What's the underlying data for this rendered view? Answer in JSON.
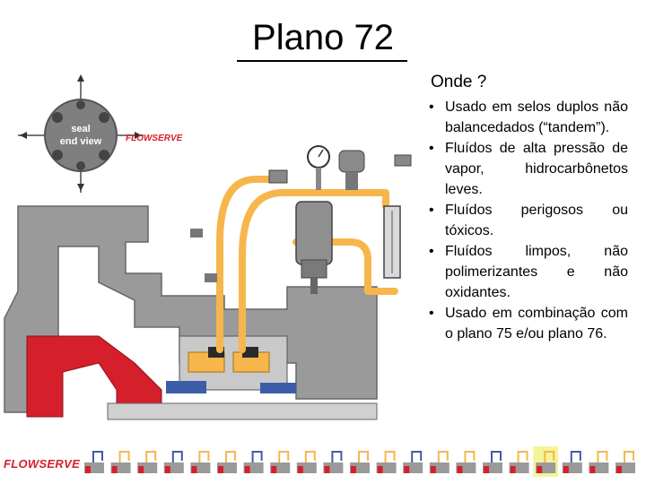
{
  "slide": {
    "title": "Plano 72",
    "subheading": "Onde ?",
    "bullets": [
      "Usado em selos duplos não balancedados (“tandem”).",
      "Fluídos de alta pressão de vapor, hidrocarbônetos leves.",
      "Fluídos perigosos ou tóxicos.",
      "Fluídos limpos, não polimerizantes e não oxidantes.",
      "Usado em combinação com o plano 75 e/ou plano 76."
    ],
    "bullet_glyph": "•"
  },
  "diagram": {
    "seal_view_line1": "seal",
    "seal_view_line2": "end view",
    "brand": "FLOWSERVE"
  },
  "footer": {
    "brand": "FLOWSERVE",
    "thumbnail_count": 21,
    "highlighted_thumbnail": 17
  },
  "colors": {
    "brand_red": "#d51f2b",
    "casing_gray": "#9a9a9a",
    "piping_orange": "#f7b64c",
    "seal_blue": "#3c5da8",
    "highlight_yellow": "#f6f39a"
  }
}
